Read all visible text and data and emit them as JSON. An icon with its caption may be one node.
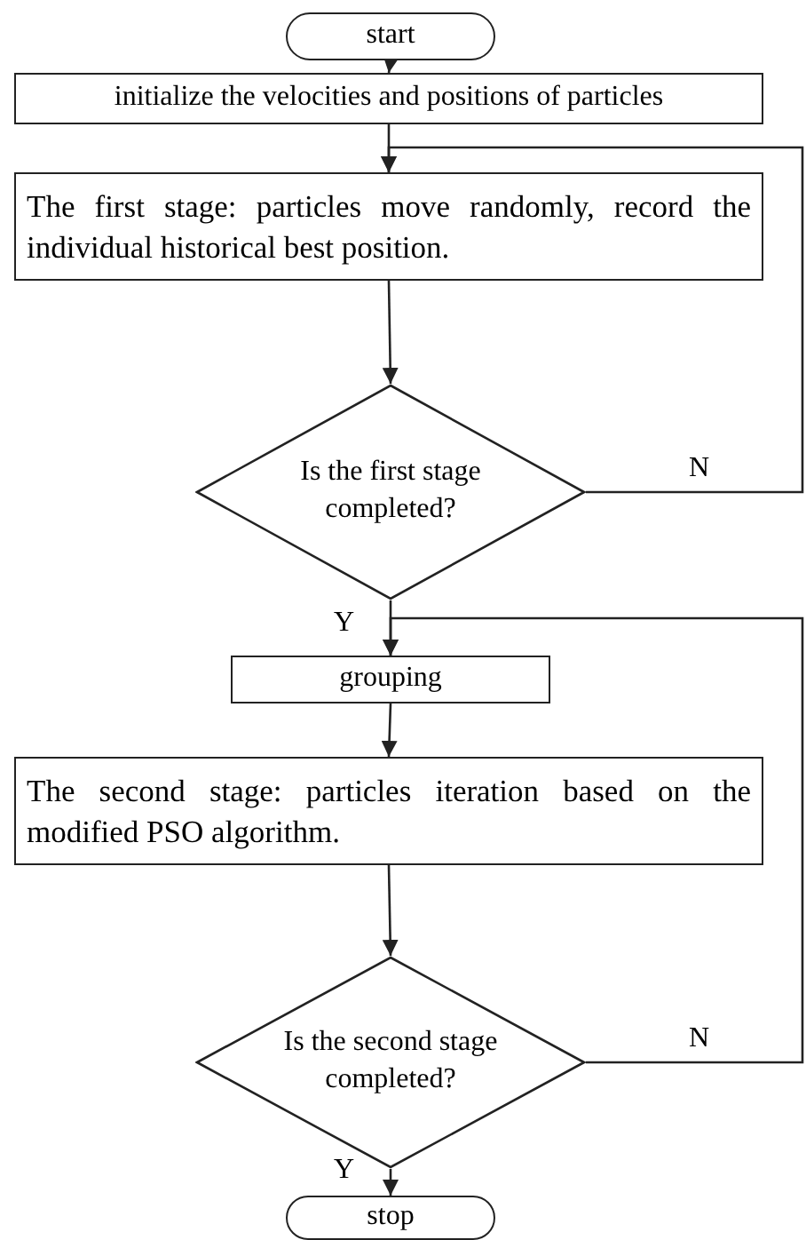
{
  "diagram": {
    "nodes": [
      {
        "text": [
          "start"
        ]
      },
      {
        "text": [
          "initialize the velocities and positions of particles"
        ]
      },
      {
        "text": [
          "The first stage: particles move randomly, record the individual historical best position."
        ]
      },
      {
        "text": [
          "Is the first stage completed?"
        ]
      },
      {
        "text": [
          "grouping"
        ]
      },
      {
        "text": [
          "The second stage: particles iteration based on the modified PSO algorithm."
        ]
      },
      {
        "text": [
          "Is the second stage completed?"
        ]
      },
      {
        "text": [
          "stop"
        ]
      }
    ],
    "edges": [
      {
        "from": 0,
        "to": 1,
        "arrow": "to"
      },
      {
        "from": 1,
        "to": 2,
        "arrow": "to"
      },
      {
        "from": 2,
        "to": 3,
        "arrow": "to"
      },
      {
        "from": 3,
        "to": 2,
        "arrow": "to",
        "label": "N"
      },
      {
        "from": 3,
        "to": 4,
        "arrow": "to",
        "label": "Y"
      },
      {
        "from": 6,
        "to": 4,
        "arrow": "to",
        "label": "N"
      },
      {
        "from": 4,
        "to": 5,
        "arrow": "to"
      },
      {
        "from": 5,
        "to": 6,
        "arrow": "to"
      },
      {
        "from": 6,
        "to": 7,
        "arrow": "to",
        "label": "Y"
      }
    ]
  }
}
